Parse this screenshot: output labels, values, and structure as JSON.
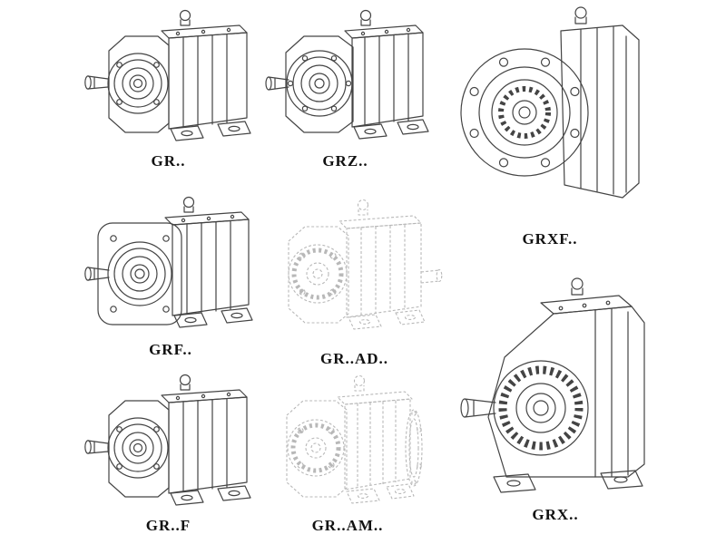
{
  "page": {
    "background": "#ffffff",
    "line_color": "#444444",
    "ghost_line_color": "#b8b8b8",
    "label_color": "#111111"
  },
  "figures": [
    {
      "id": "gr",
      "label": "GR..",
      "style": "solid",
      "description": "foot-mounted helical gear unit, input shaft left"
    },
    {
      "id": "grz",
      "label": "GRZ..",
      "style": "solid",
      "description": "foot-mounted helical gear unit, large round face"
    },
    {
      "id": "grxf",
      "label": "GRXF..",
      "style": "solid",
      "description": "large flange-mounted gear unit, flange facing viewer"
    },
    {
      "id": "grf",
      "label": "GRF..",
      "style": "solid",
      "description": "flange + foot mounted gear unit"
    },
    {
      "id": "grad",
      "label": "GR..AD..",
      "style": "ghost",
      "description": "gear unit with input adapter, dashed drawing"
    },
    {
      "id": "grff",
      "label": "GR..F",
      "style": "solid",
      "description": "foot-mounted gear unit variant"
    },
    {
      "id": "gram",
      "label": "GR..AM..",
      "style": "ghost",
      "description": "gear unit with motor adapter flange, dashed drawing"
    },
    {
      "id": "grx",
      "label": "GRX..",
      "style": "solid",
      "description": "large foot-mounted gear unit with finned housing"
    }
  ]
}
